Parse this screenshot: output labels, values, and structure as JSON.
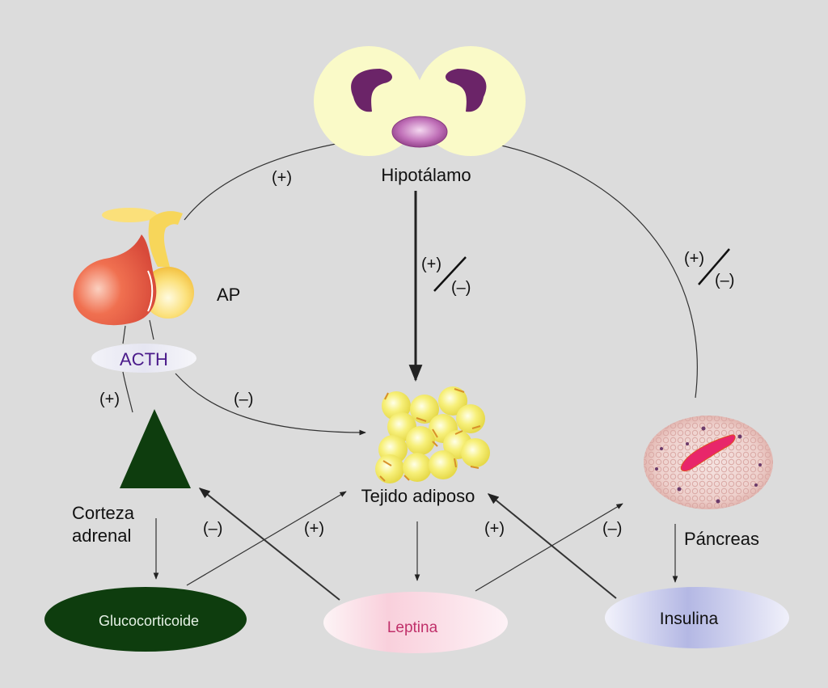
{
  "diagram": {
    "nodes": {
      "hypothalamus": "Hipotálamo",
      "pituitary": "AP",
      "acth": "ACTH",
      "adrenal_line1": "Corteza",
      "adrenal_line2": "adrenal",
      "adipose": "Tejido adiposo",
      "pancreas": "Páncreas",
      "glucocorticoid": "Glucocorticoide",
      "leptin": "Leptina",
      "insulin": "Insulina"
    },
    "signs": {
      "hypo_to_ap": "(+)",
      "hypo_to_adipose_plus": "(+)",
      "hypo_to_adipose_minus": "(–)",
      "hypo_to_pancreas_plus": "(+)",
      "hypo_to_pancreas_minus": "(–)",
      "acth_to_adrenal": "(+)",
      "acth_to_adipose": "(–)",
      "leptin_to_adrenal": "(–)",
      "gluco_to_adipose": "(+)",
      "insulin_to_adipose": "(+)",
      "leptin_to_pancreas": "(–)"
    },
    "colors": {
      "background": "#dcdcdc",
      "hypothalamus": "#fafac8",
      "hypothalamus_nuclei": "#6b2468",
      "acth_text": "#4a1a8a",
      "adrenal": "#0e3d0e",
      "leptin_text": "#c0306a",
      "insulin_text": "#111111"
    }
  }
}
